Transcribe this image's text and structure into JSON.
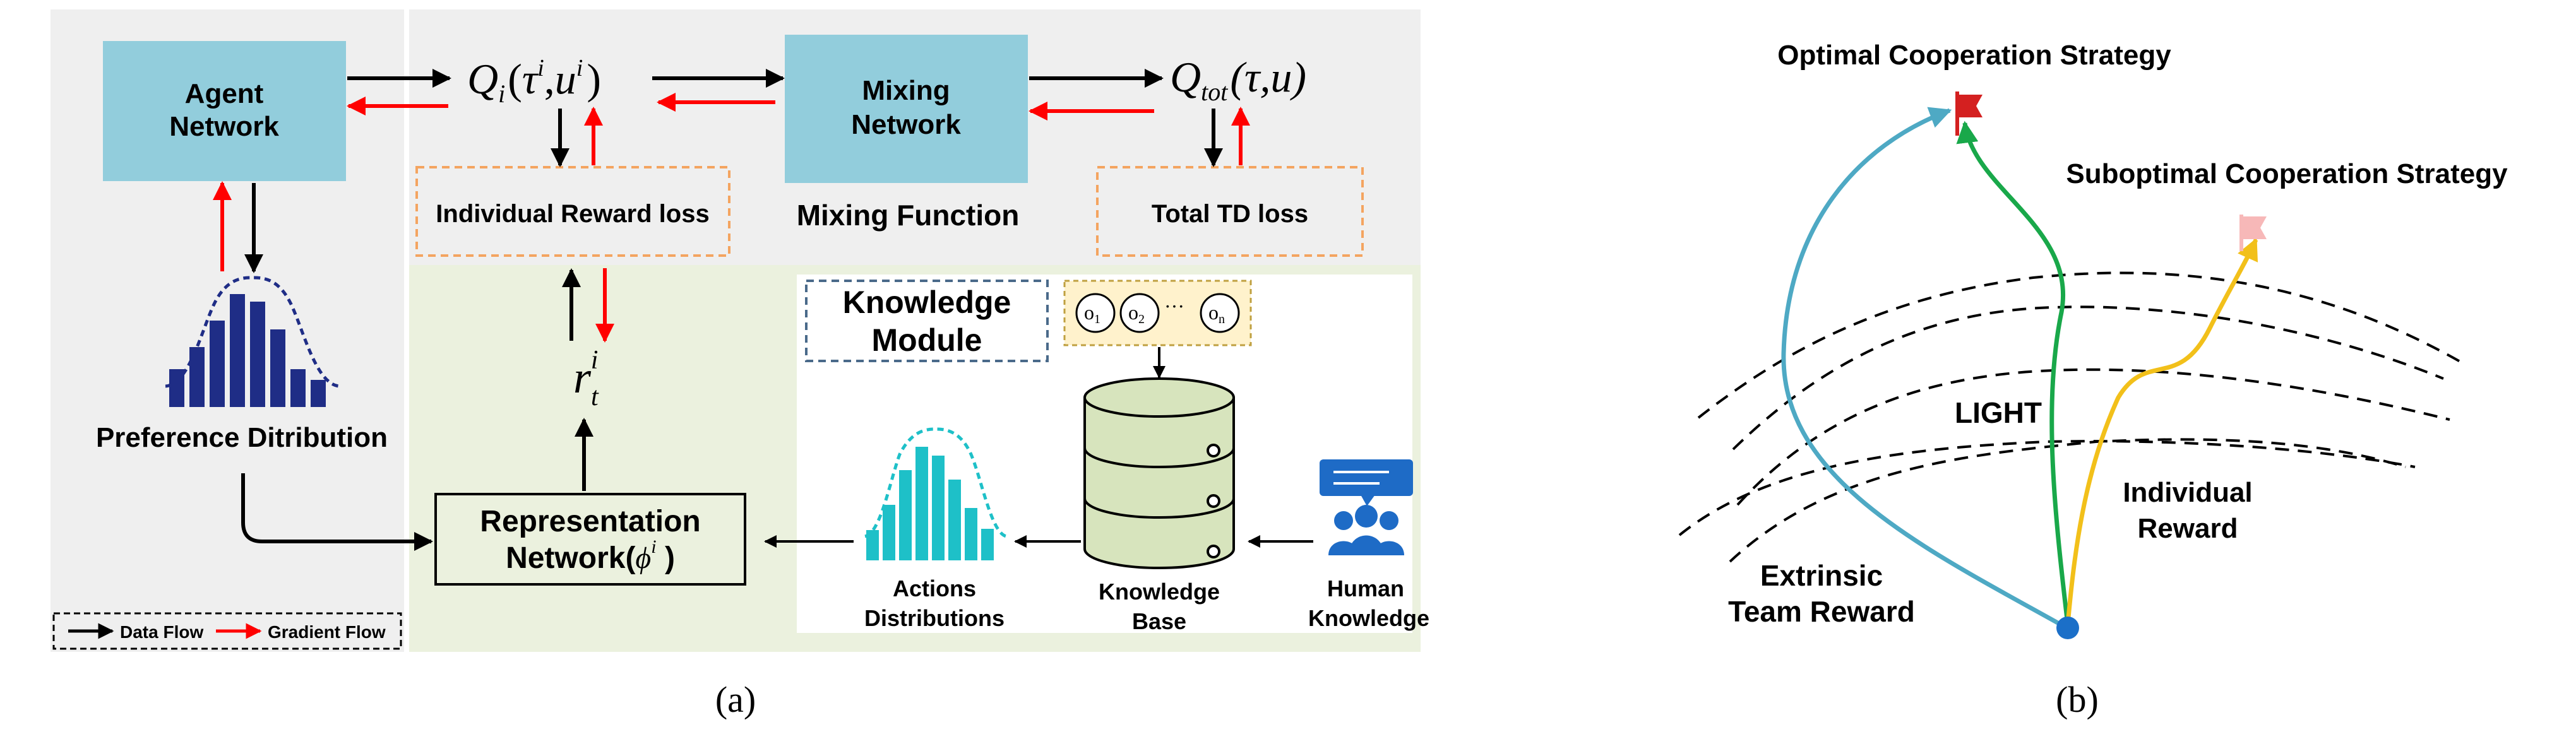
{
  "panel_a": {
    "caption": "(a)",
    "agent_network": {
      "line1": "Agent",
      "line2": "Network"
    },
    "q_agent": {
      "q": "Q",
      "sub": "i",
      "open": "(",
      "tau": "τ",
      "tau_sup": "i",
      "comma": ",",
      "u": "u",
      "u_sup": "i",
      "close": ")"
    },
    "mixing_network": {
      "line1": "Mixing",
      "line2": "Network"
    },
    "q_total": {
      "q": "Q",
      "sub": "tot",
      "args": "(τ,u)"
    },
    "individual_reward_loss": "Individual Reward loss",
    "mixing_function": "Mixing Function",
    "total_td_loss": "Total TD loss",
    "preference_distribution": "Preference Ditribution",
    "reward_symbol": {
      "r": "r",
      "sub": "t",
      "sup": "i"
    },
    "representation_network": {
      "line1": "Representation",
      "line2_pre": "Network(",
      "phi": "ϕ",
      "phi_sup": "i",
      "line2_post": " )"
    },
    "knowledge_module": {
      "line1": "Knowledge",
      "line2": "Module"
    },
    "observations": {
      "o1": "o",
      "o1_sub": "1",
      "o2": "o",
      "o2_sub": "2",
      "dots": "···",
      "on": "o",
      "on_sub": "n"
    },
    "knowledge_base": {
      "line1": "Knowledge",
      "line2": "Base"
    },
    "human_knowledge": {
      "line1": "Human",
      "line2": "Knowledge"
    },
    "actions_distributions": {
      "line1": "Actions",
      "line2": "Distributions"
    },
    "legend": {
      "data_flow": "Data Flow",
      "gradient_flow": "Gradient Flow"
    }
  },
  "panel_b": {
    "caption": "(b)",
    "optimal": "Optimal Cooperation Strategy",
    "suboptimal": "Suboptimal Cooperation Strategy",
    "light": "LIGHT",
    "individual_reward": {
      "line1": "Individual",
      "line2": "Reward"
    },
    "extrinsic": {
      "line1": "Extrinsic",
      "line2": "Team Reward"
    }
  },
  "colors": {
    "box_blue": "#92cddc",
    "panel_gray": "#efefef",
    "panel_green": "#ebf1de",
    "box_green": "#ebf1de",
    "loss_border": "#f4a460",
    "gradient_red": "#ff0000",
    "navy": "#1f2d86",
    "teal": "#1ec0c8",
    "db_green": "#d7e4bd",
    "path_teal": "#4ea9c4",
    "path_green": "#19a84a",
    "path_yellow": "#f2c01a",
    "flag_red": "#d42020",
    "flag_pink": "#f7b8b8",
    "start_blue": "#1b6fc8"
  }
}
